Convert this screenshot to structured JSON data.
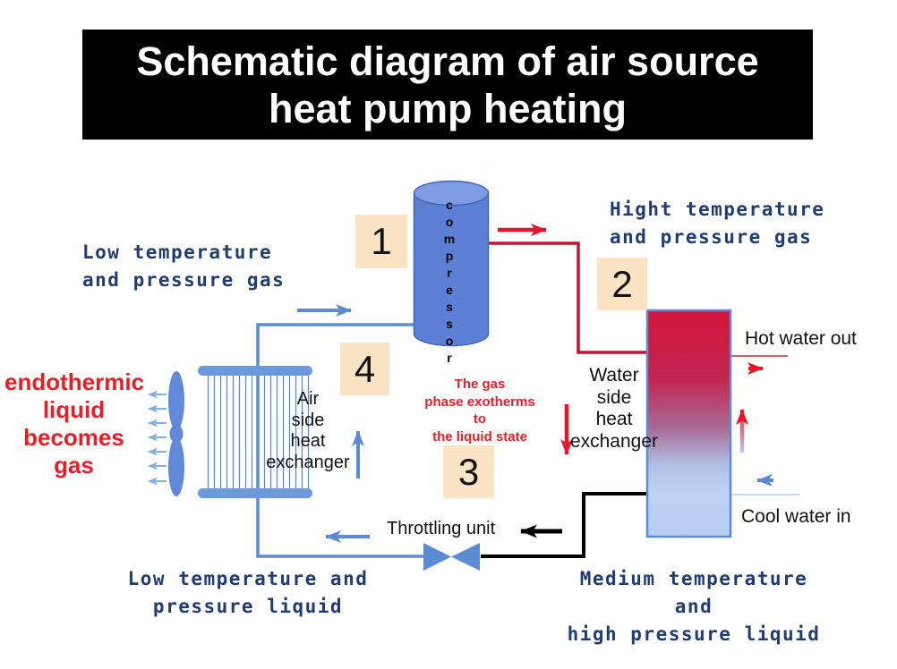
{
  "title": "Schematic diagram of air source\nheat pump heating",
  "steps": [
    "1",
    "2",
    "3",
    "4"
  ],
  "components": {
    "compressor": "compressor",
    "air_heat_exchanger": "Air\nside\nheat\nexchanger",
    "water_heat_exchanger": "Water\nside\nheat\nexchanger",
    "throttling_unit": "Throttling unit"
  },
  "state_labels": {
    "low_temp_gas": "Low temperature\nand pressure gas",
    "high_temp_gas": "Hight temperature\nand pressure gas",
    "low_temp_liquid": "Low temperature and\npressure liquid",
    "medium_temp_liquid": "Medium temperature and\nhigh pressure liquid"
  },
  "process_notes": {
    "evaporation": "endothermic\nliquid\nbecomes\ngas",
    "condensation": "The gas\nphase exotherms\nto\nthe liquid state"
  },
  "water_flow": {
    "hot_out": "Hot water out",
    "cool_in": "Cool water in"
  },
  "colors": {
    "navy_text": "#1f3d74",
    "red_text": "#ed1c24",
    "pipe_blue": "#5b8bd5",
    "pipe_red": "#c91333",
    "pipe_black": "#000000",
    "step_box": "#fbe4c3",
    "banner_bg": "#000000",
    "banner_text": "#ffffff"
  }
}
